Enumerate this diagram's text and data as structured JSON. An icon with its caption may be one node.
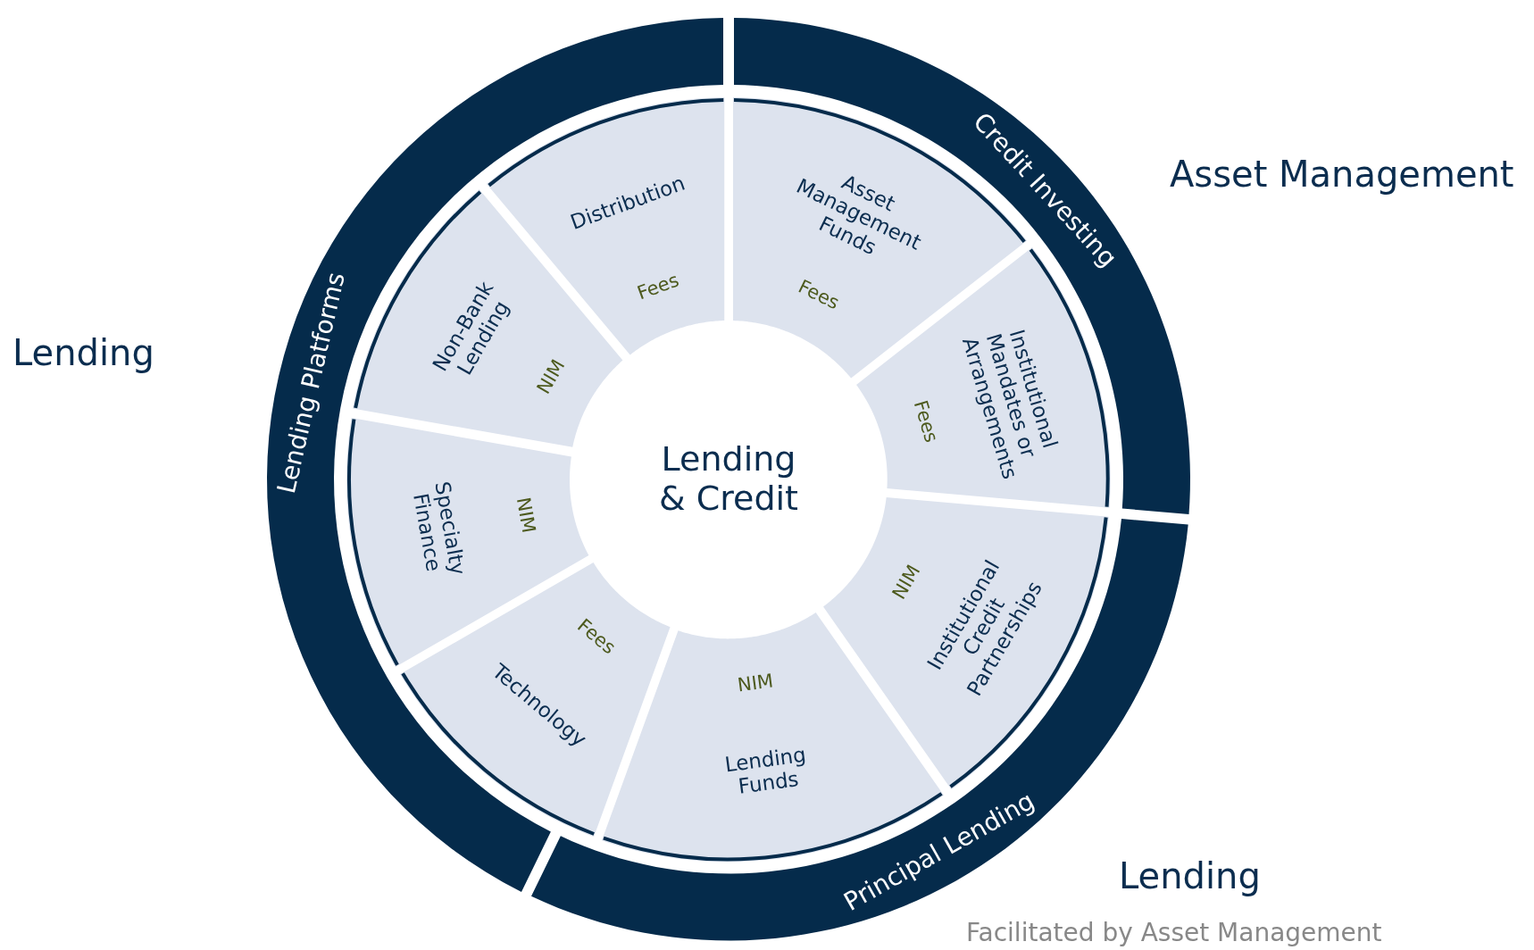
{
  "diagram": {
    "nodes": [
      {
        "text": [
          "Lending & Credit"
        ]
      },
      {
        "text": [
          "Lending Platforms"
        ]
      },
      {
        "text": [
          "Credit Investing"
        ]
      },
      {
        "text": [
          "Principal Lending"
        ]
      },
      {
        "text": [
          "Asset Management Funds",
          "Fees"
        ]
      },
      {
        "text": [
          "Institutional Mandates or Arrangements",
          "Fees"
        ]
      },
      {
        "text": [
          "Institutional Credit Partnerships",
          "NIM"
        ]
      },
      {
        "text": [
          "Lending Funds",
          "NIM"
        ]
      },
      {
        "text": [
          "Technology",
          "Fees"
        ]
      },
      {
        "text": [
          "Specialty Finance",
          "NIM"
        ]
      },
      {
        "text": [
          "Non-Bank Lending",
          "NIM"
        ]
      },
      {
        "text": [
          "Distribution",
          "Fees"
        ]
      }
    ],
    "labels": [
      "Asset Management",
      "Lending",
      "Lending",
      "Facilitated by Asset Management"
    ]
  }
}
